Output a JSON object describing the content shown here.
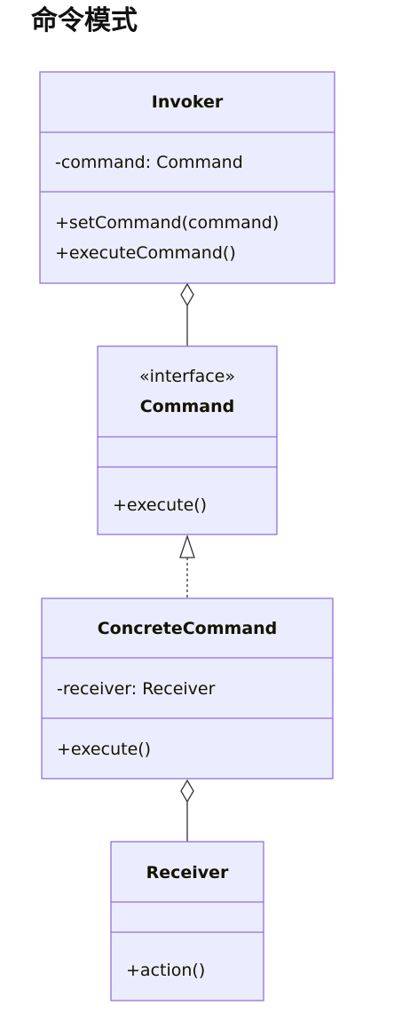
{
  "title": "命令模式",
  "classes": {
    "invoker": {
      "name": "Invoker",
      "attributes": [
        "-command: Command"
      ],
      "methods": [
        "+setCommand(command)",
        "+executeCommand()"
      ]
    },
    "command": {
      "stereotype": "«interface»",
      "name": "Command",
      "attributes": [],
      "methods": [
        "+execute()"
      ]
    },
    "concrete_command": {
      "name": "ConcreteCommand",
      "attributes": [
        "-receiver: Receiver"
      ],
      "methods": [
        "+execute()"
      ]
    },
    "receiver": {
      "name": "Receiver",
      "attributes": [],
      "methods": [
        "+action()"
      ]
    }
  },
  "relations": [
    {
      "from": "invoker",
      "to": "command",
      "type": "aggregation"
    },
    {
      "from": "concrete_command",
      "to": "command",
      "type": "realization"
    },
    {
      "from": "concrete_command",
      "to": "receiver",
      "type": "aggregation"
    }
  ],
  "colors": {
    "box_fill": "#ececff",
    "box_stroke": "#9370db",
    "edge": "#333333",
    "text": "#131300"
  }
}
